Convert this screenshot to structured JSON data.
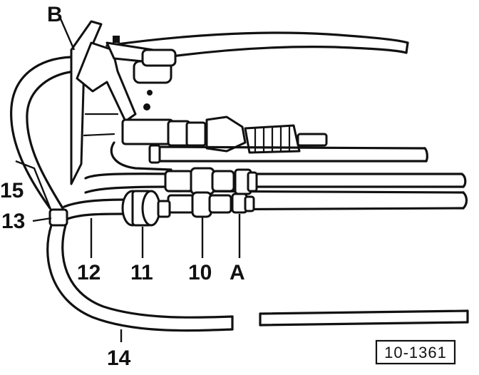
{
  "labels": {
    "b": "B",
    "n15": "15",
    "n13": "13",
    "n12": "12",
    "n11": "11",
    "n10": "10",
    "a": "A",
    "n14": "14"
  },
  "reference": "10-1361"
}
